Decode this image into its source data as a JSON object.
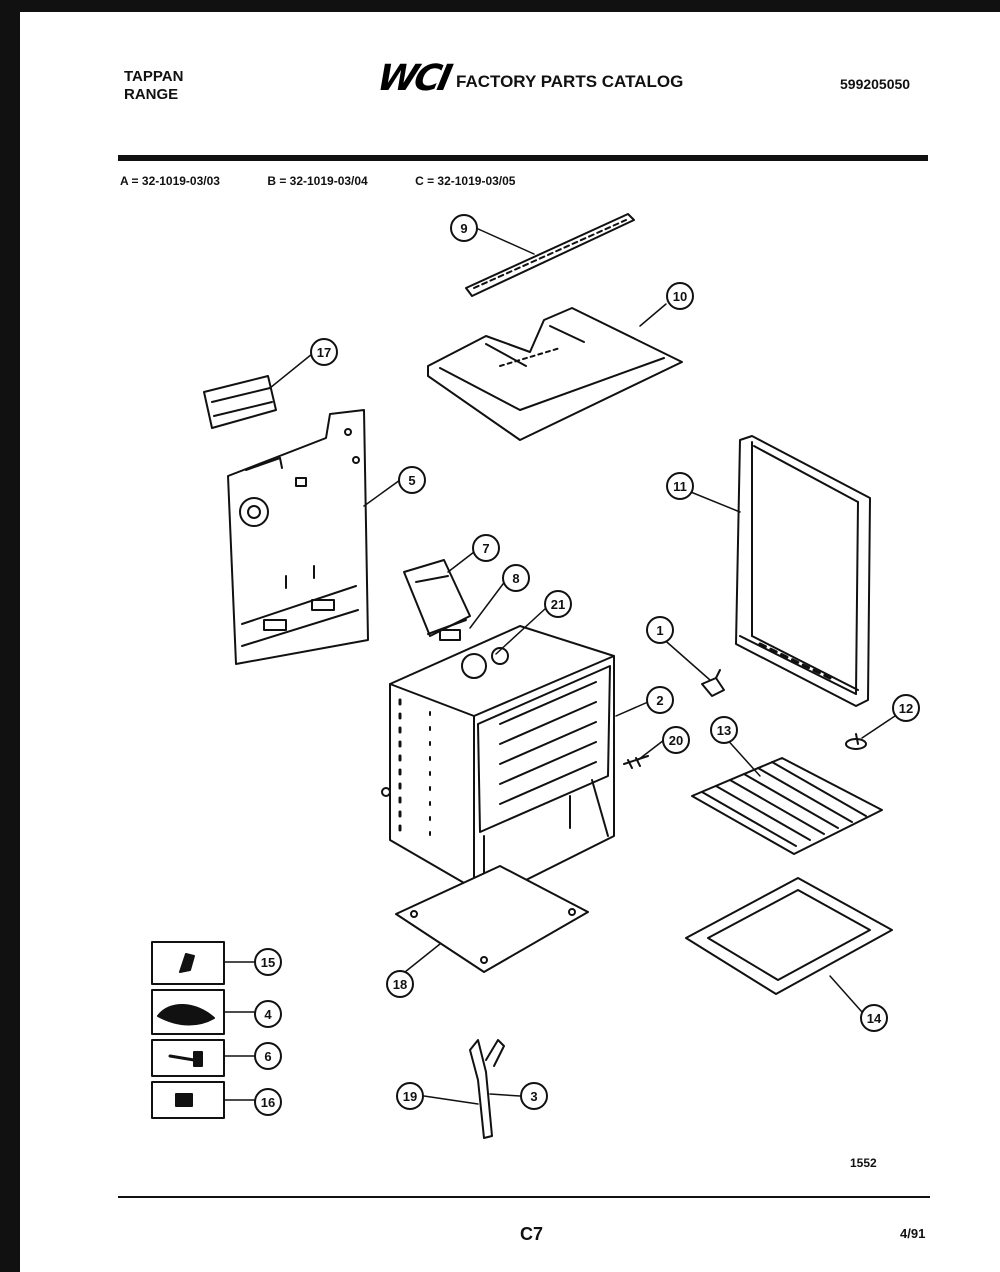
{
  "header": {
    "brand_line1": "TAPPAN",
    "brand_line2": "RANGE",
    "logo": "WCI",
    "catalog_title": "FACTORY PARTS CATALOG",
    "publication_number": "599205050"
  },
  "models": [
    "A = 32-1019-03/03",
    "B = 32-1019-03/04",
    "C = 32-1019-03/05"
  ],
  "callouts": {
    "c1": "1",
    "c2": "2",
    "c3": "3",
    "c4": "4",
    "c5": "5",
    "c6": "6",
    "c7": "7",
    "c8": "8",
    "c9": "9",
    "c10": "10",
    "c11": "11",
    "c12": "12",
    "c13": "13",
    "c14": "14",
    "c15": "15",
    "c16": "16",
    "c17": "17",
    "c18": "18",
    "c19": "19",
    "c20": "20",
    "c21": "21"
  },
  "footer": {
    "reference_number": "1552",
    "page": "C7",
    "date": "4/91"
  }
}
